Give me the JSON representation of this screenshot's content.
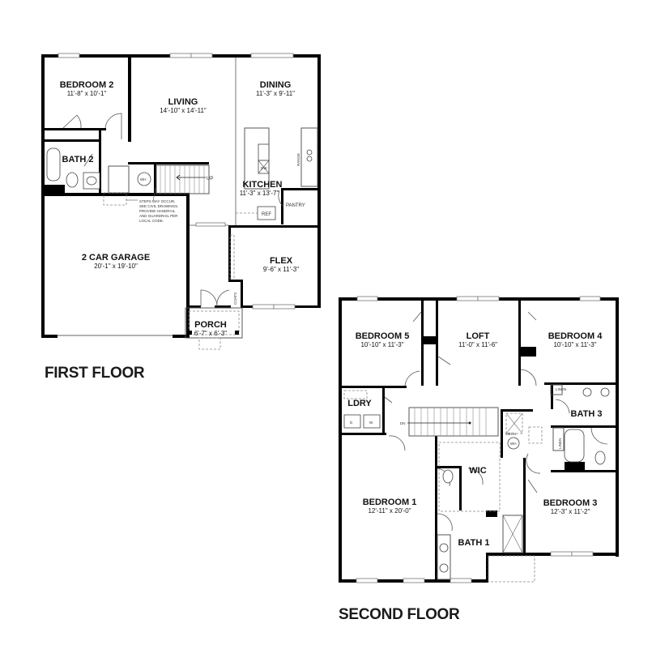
{
  "first_floor": {
    "title": "FIRST FLOOR",
    "rooms": [
      {
        "id": "bedroom2",
        "name": "BEDROOM 2",
        "dims": "11'-8\" x 10'-1\""
      },
      {
        "id": "living",
        "name": "LIVING",
        "dims": "14'-10\" x 14'-11\""
      },
      {
        "id": "dining",
        "name": "DINING",
        "dims": "11'-3\" x 9'-11\""
      },
      {
        "id": "kitchen",
        "name": "KITCHEN",
        "dims": "11'-3\" x 13'-7\""
      },
      {
        "id": "bath2",
        "name": "BATH 2",
        "dims": ""
      },
      {
        "id": "garage",
        "name": "2 CAR GARAGE",
        "dims": "20'-1\" x 19'-10\""
      },
      {
        "id": "flex",
        "name": "FLEX",
        "dims": "9'-6\" x 11'-3\""
      },
      {
        "id": "porch",
        "name": "PORCH",
        "dims": "6'-7\" x 6'-3\""
      }
    ],
    "labels": {
      "pantry": "PANTRY",
      "ref": "REF",
      "range": "RANGE",
      "dw": "DW",
      "wh": "WH",
      "up": "UP",
      "coats": "COATS"
    },
    "note": [
      "STEPS MAY OCCUR,",
      "SEE CIVIL DRAWINGS.",
      "PROVIDE HANDRAIL",
      "AND GUARDRAIL PER",
      "LOCAL CODE."
    ]
  },
  "second_floor": {
    "title": "SECOND FLOOR",
    "rooms": [
      {
        "id": "bedroom5",
        "name": "BEDROOM 5",
        "dims": "10'-10\" x 11'-3\""
      },
      {
        "id": "loft",
        "name": "LOFT",
        "dims": "11'-0\" x 11'-6\""
      },
      {
        "id": "bedroom4",
        "name": "BEDROOM 4",
        "dims": "10'-10\" x 11'-3\""
      },
      {
        "id": "ldry",
        "name": "LDRY",
        "dims": ""
      },
      {
        "id": "bath3",
        "name": "BATH 3",
        "dims": ""
      },
      {
        "id": "wic",
        "name": "WIC",
        "dims": ""
      },
      {
        "id": "bedroom1",
        "name": "BEDROOM 1",
        "dims": "12'-11\" x 20'-0\""
      },
      {
        "id": "bedroom3",
        "name": "BEDROOM 3",
        "dims": "12'-3\" x 11'-2\""
      },
      {
        "id": "bath1",
        "name": "BATH 1",
        "dims": ""
      }
    ],
    "labels": {
      "linen_top": "LINEN",
      "linen_side": "LINEN",
      "mech": "MECH.",
      "wh": "WH",
      "dn": "DN",
      "dryer": "D",
      "washer": "W"
    }
  }
}
